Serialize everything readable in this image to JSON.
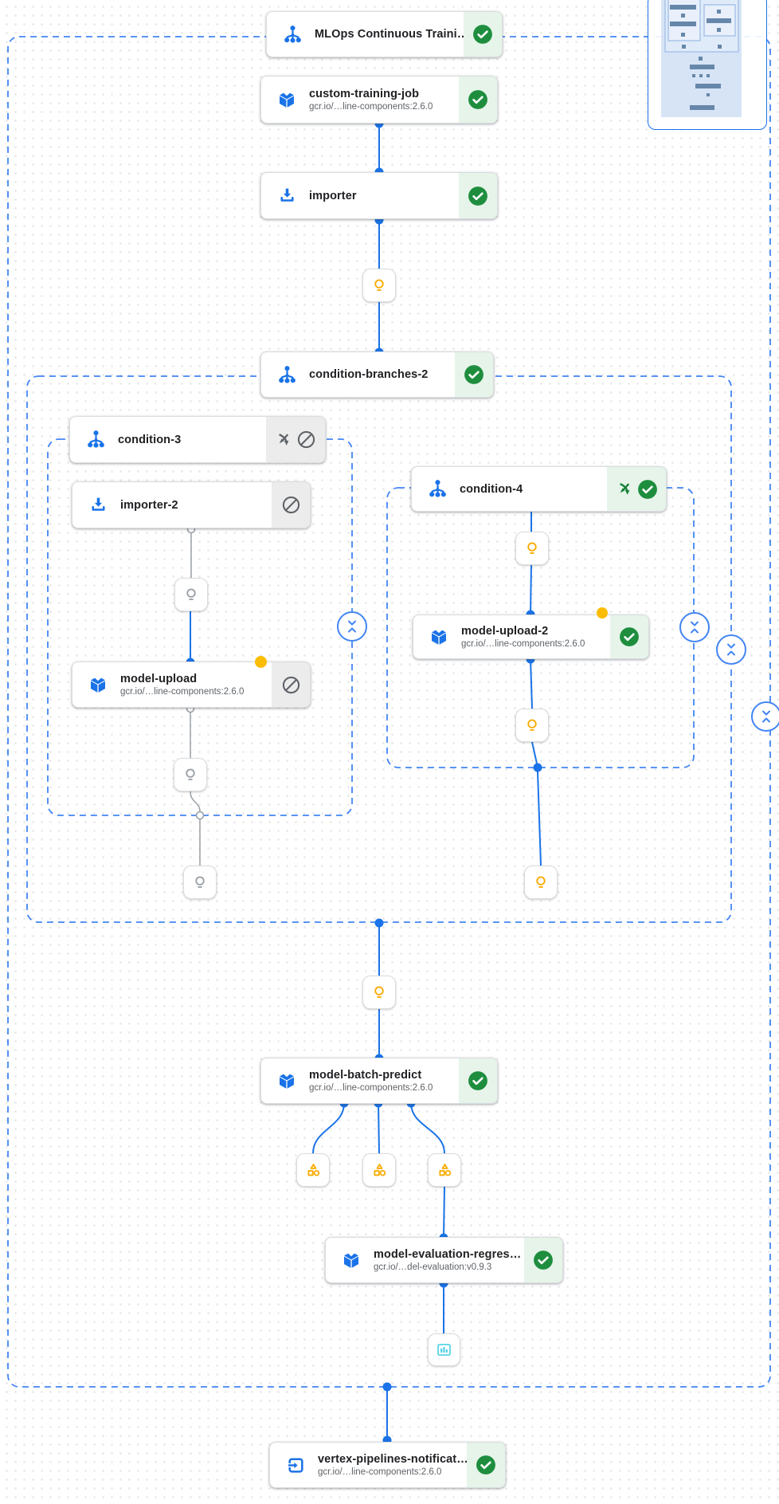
{
  "nodes": {
    "mlops": {
      "title": "MLOps Continuous Traini…",
      "status": "succeeded"
    },
    "custom_training_job": {
      "title": "custom-training-job",
      "subtitle": "gcr.io/…line-components:2.6.0",
      "status": "succeeded"
    },
    "importer": {
      "title": "importer",
      "status": "succeeded"
    },
    "condition_branches_2": {
      "title": "condition-branches-2",
      "status": "succeeded"
    },
    "condition_3": {
      "title": "condition-3",
      "status": "skipped"
    },
    "importer_2": {
      "title": "importer-2",
      "status": "skipped"
    },
    "model_upload": {
      "title": "model-upload",
      "subtitle": "gcr.io/…line-components:2.6.0",
      "status": "skipped"
    },
    "condition_4": {
      "title": "condition-4",
      "status": "succeeded"
    },
    "model_upload_2": {
      "title": "model-upload-2",
      "subtitle": "gcr.io/…line-components:2.6.0",
      "status": "succeeded"
    },
    "model_batch_predict": {
      "title": "model-batch-predict",
      "subtitle": "gcr.io/…line-components:2.6.0",
      "status": "succeeded"
    },
    "model_evaluation_regression": {
      "title": "model-evaluation-regres…",
      "subtitle": "gcr.io/…del-evaluation:v0.9.3",
      "status": "succeeded"
    },
    "vertex_pipelines_notification": {
      "title": "vertex-pipelines-notificat…",
      "subtitle": "gcr.io/…line-components:2.6.0",
      "status": "succeeded"
    }
  },
  "icons": {
    "condition_group": "branch-icon",
    "container_component": "cube-icon",
    "importer_component": "download-icon",
    "notification_component": "exit-to-app-icon",
    "artifact_executed": "lightbulb-icon",
    "artifact_skipped": "lightbulb-gray-icon",
    "metrics_artifact": "metrics-shapes-icon",
    "report_artifact": "bar-chart-icon",
    "status_succeeded": "check-circle-icon",
    "status_skipped": "ban-icon",
    "branch_merge": "merge-arrows-icon",
    "group_collapse": "unfold-less-icon"
  },
  "colors": {
    "edge_blue": "#1a73e8",
    "dash_blue": "#4285f4",
    "green": "#1e8e3e",
    "green_bg": "#e6f4ea",
    "gray_bg": "#ececec",
    "amber": "#f9ab00",
    "yellow_dot": "#fbbc04",
    "cyan": "#4dd0e1",
    "gray_icon": "#5f6368",
    "gray_edge": "#9aa0a6"
  }
}
